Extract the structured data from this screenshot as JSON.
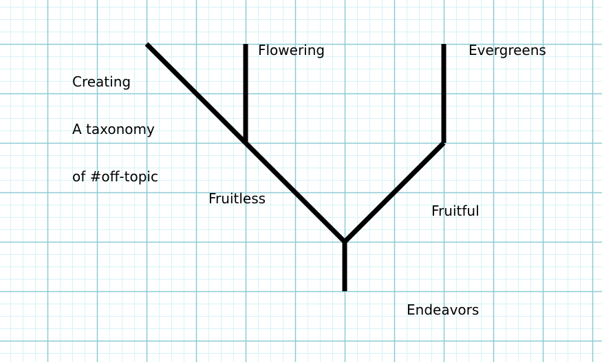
{
  "diagram": {
    "title_lines": [
      "Creating",
      "A taxonomy",
      "of #off-topic"
    ],
    "nodes": {
      "flowering": "Flowering",
      "evergreens": "Evergreens",
      "fruitless": "Fruitless",
      "fruitful": "Fruitful",
      "endeavors": "Endeavors"
    }
  },
  "colors": {
    "background": "#ffffff",
    "grid_minor": "#d6f3f6",
    "grid_major": "#8ccbd3",
    "branch": "#000000",
    "text": "#000000"
  }
}
